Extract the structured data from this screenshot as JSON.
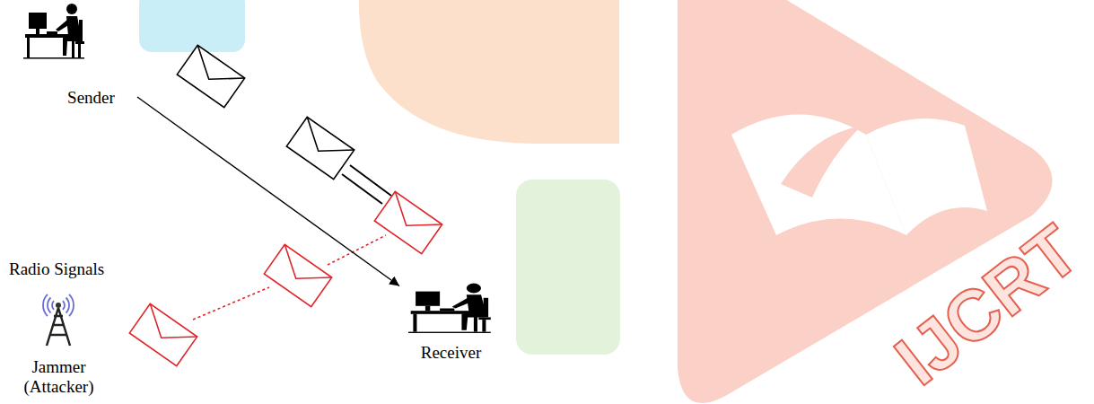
{
  "diagram": {
    "nodes": [
      {
        "text": [
          "Sender"
        ]
      },
      {
        "text": [
          "Receiver"
        ]
      },
      {
        "text": [
          "Jammer (Attacker)"
        ]
      }
    ],
    "edges": [
      {
        "from": 0,
        "to": 1,
        "arrow": "to"
      }
    ],
    "labels": [
      "Radio Signals",
      "IJCRT"
    ]
  }
}
